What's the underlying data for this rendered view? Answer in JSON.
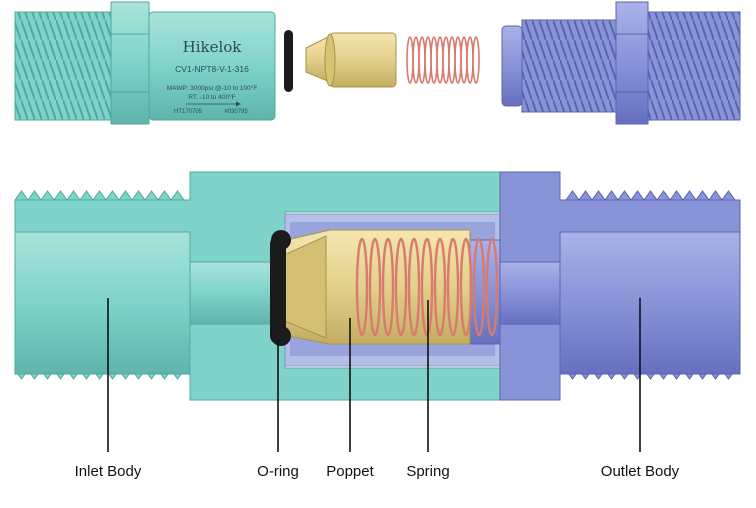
{
  "engraving": {
    "brand": "Hikelok",
    "model": "CV1-NPT8-V-1-316",
    "mawp": "MAWP: 3000psi @-10 to 100°F",
    "rt": "RT: -10 to 400°F",
    "serial_left": "HT170705",
    "serial_right": "#030795"
  },
  "labels": {
    "inlet_body": "Inlet Body",
    "o_ring": "O-ring",
    "poppet": "Poppet",
    "spring": "Spring",
    "outlet_body": "Outlet Body"
  },
  "colors": {
    "inlet": "#7fd3c8",
    "outlet": "#8893d8",
    "poppet": "#e3d08a",
    "spring": "#d97a6e",
    "o_ring": "#1b1b1b"
  }
}
